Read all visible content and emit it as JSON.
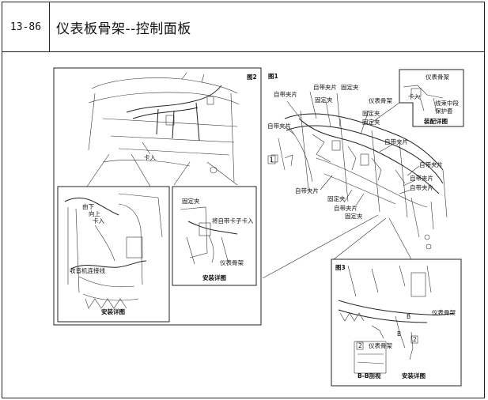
{
  "header": {
    "page_number": "13-86",
    "title": "仪表板骨架--控制面板"
  },
  "figure2": {
    "label": "图2",
    "clip_in": "卡入",
    "detail_left": {
      "down": "由下",
      "up_clip": "向上",
      "clip": "卡入",
      "radio_connector": "收音机连接线",
      "caption": "安装详图"
    },
    "detail_right": {
      "fixing_clip": "固定夹",
      "clip_note": "将自带卡子卡入",
      "frame": "仪表骨架",
      "caption": "安装详图"
    }
  },
  "figure1": {
    "label": "图1",
    "callouts": [
      "自带夹片",
      "自带夹片",
      "固定夹",
      "固定夹",
      "仪表骨架",
      "自带夹片",
      "固定夹",
      "固定夹",
      "自带夹片",
      "自带夹片",
      "自带夹片",
      "自带夹片",
      "自带夹片",
      "固定夹",
      "自带夹片",
      "固定夹"
    ],
    "num_1": "1",
    "inset": {
      "frame": "仪表骨架",
      "clip": "卡入",
      "protect_1": "线束中段",
      "protect_2": "保护套",
      "caption": "装配详图"
    }
  },
  "figure3": {
    "label": "图3",
    "frame_1": "仪表骨架",
    "frame_2": "仪表骨架",
    "mark_b1": "B",
    "mark_b2": "B",
    "num_2a": "2",
    "num_2b": "2",
    "section": "B-B剖视",
    "caption": "安装详图"
  }
}
